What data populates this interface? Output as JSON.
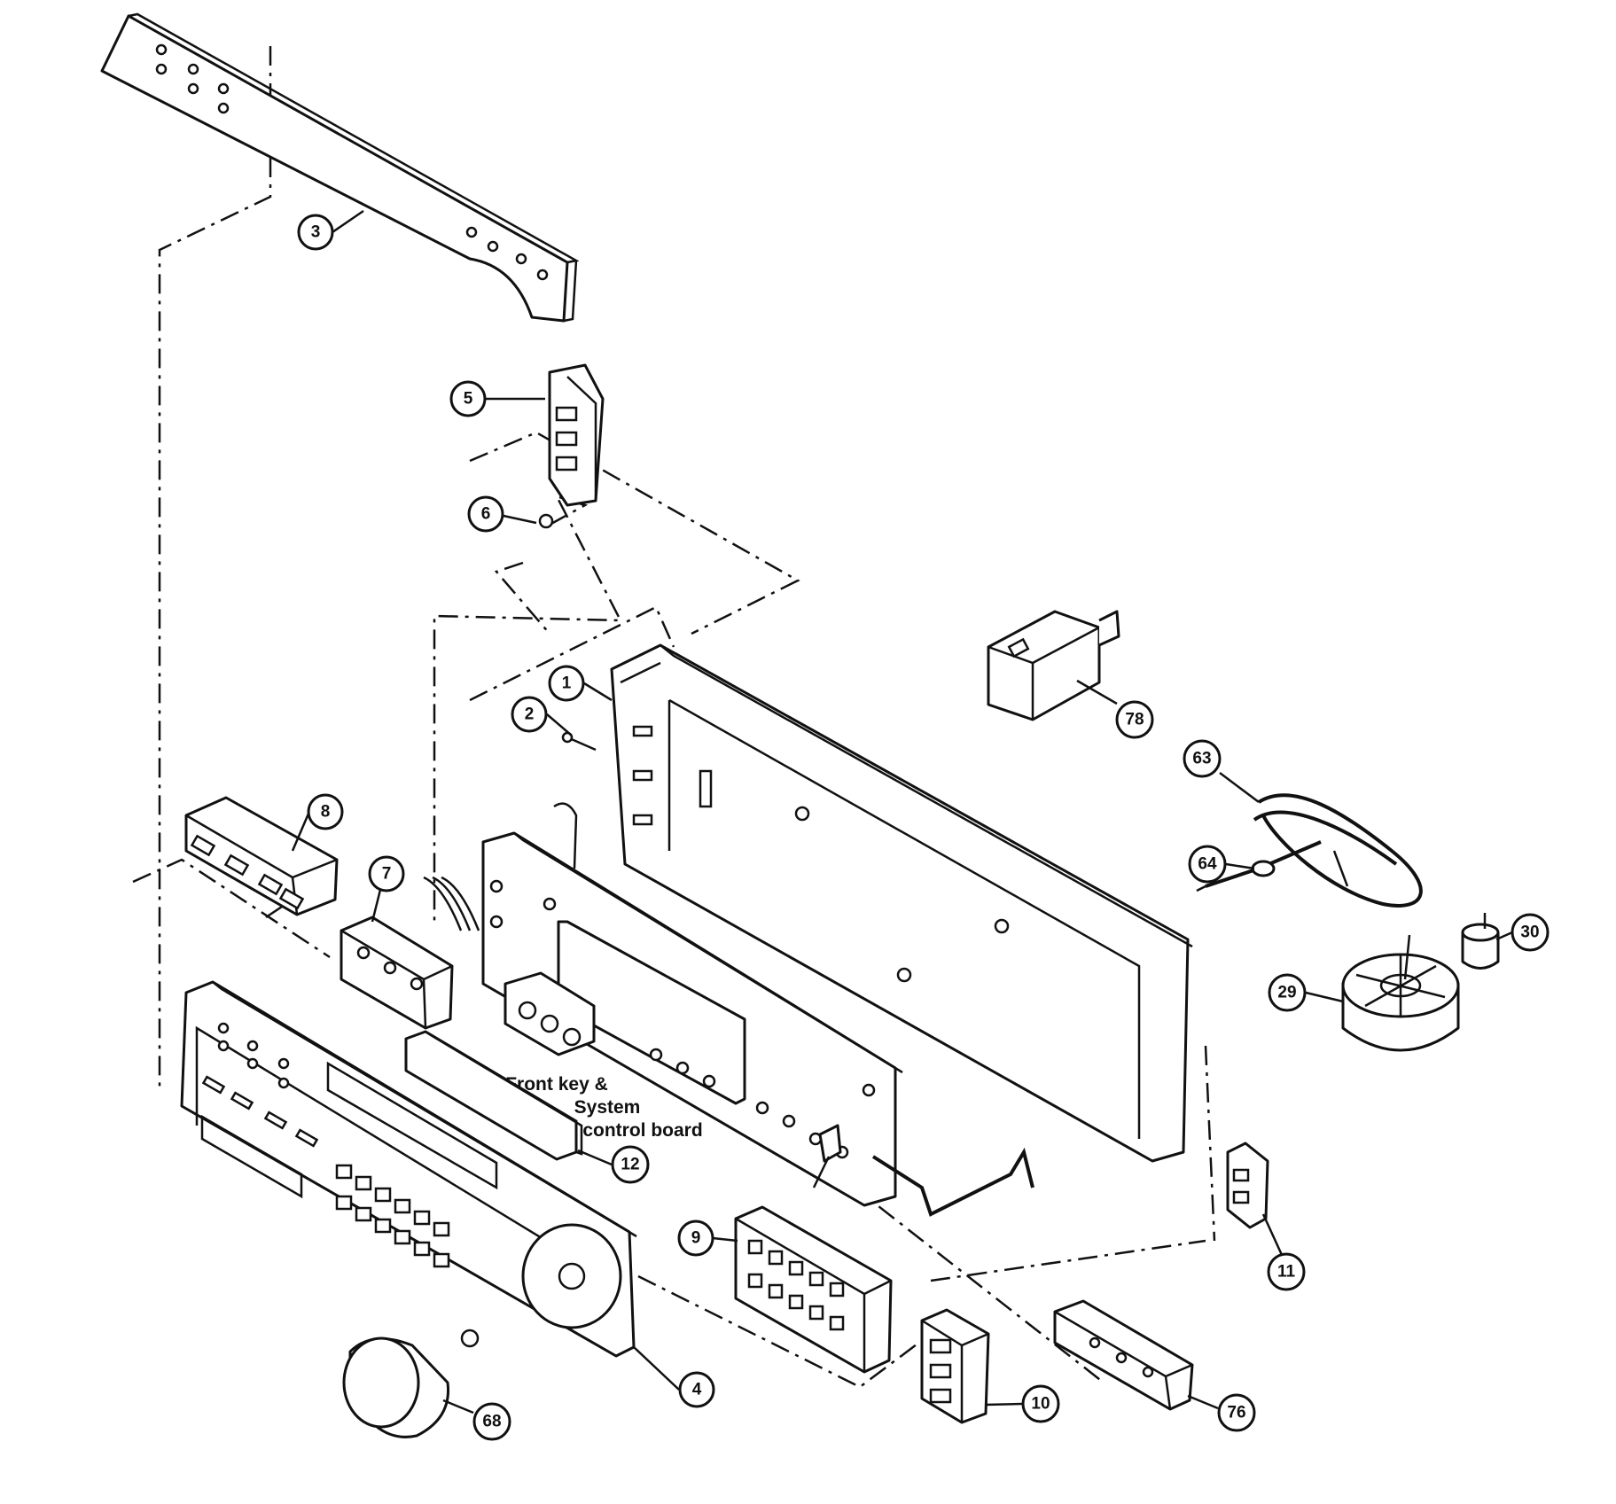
{
  "board_label": [
    "Front key &",
    "System",
    "control board"
  ],
  "callouts": [
    {
      "id": "c1",
      "text": "1"
    },
    {
      "id": "c2",
      "text": "2"
    },
    {
      "id": "c3",
      "text": "3"
    },
    {
      "id": "c4",
      "text": "4"
    },
    {
      "id": "c5",
      "text": "5"
    },
    {
      "id": "c6",
      "text": "6"
    },
    {
      "id": "c7",
      "text": "7"
    },
    {
      "id": "c8",
      "text": "8"
    },
    {
      "id": "c9",
      "text": "9"
    },
    {
      "id": "c10",
      "text": "10"
    },
    {
      "id": "c11",
      "text": "11"
    },
    {
      "id": "c12",
      "text": "12"
    },
    {
      "id": "c29",
      "text": "29"
    },
    {
      "id": "c30",
      "text": "30"
    },
    {
      "id": "c63",
      "text": "63"
    },
    {
      "id": "c64",
      "text": "64"
    },
    {
      "id": "c68",
      "text": "68"
    },
    {
      "id": "c76",
      "text": "76"
    },
    {
      "id": "c78",
      "text": "78"
    }
  ]
}
